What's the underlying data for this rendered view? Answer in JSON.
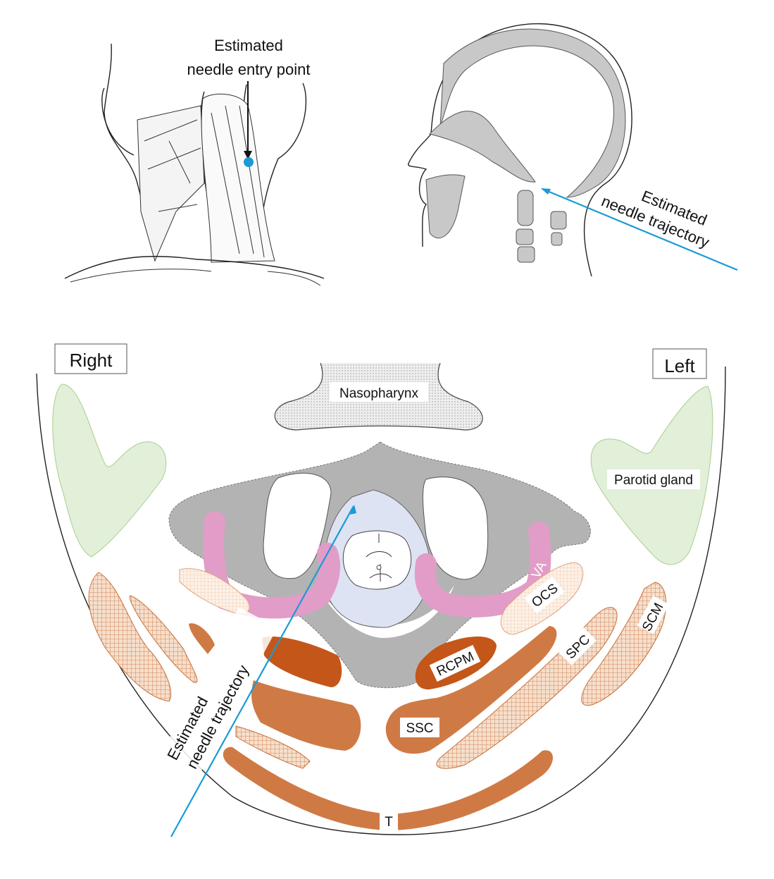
{
  "top_left": {
    "label_line1": "Estimated",
    "label_line2": "needle entry point"
  },
  "top_right": {
    "label_line1": "Estimated",
    "label_line2": "needle trajectory"
  },
  "cross_section": {
    "side_right": "Right",
    "side_left": "Left",
    "nasopharynx": "Nasopharynx",
    "parotid": "Parotid gland",
    "va": "VA",
    "ocs": "OCS",
    "scm": "SCM",
    "rcpm": "RCPM",
    "spc": "SPC",
    "ssc": "SSC",
    "t": "T",
    "trajectory_line1": "Estimated",
    "trajectory_line2": "needle trajectory"
  },
  "colors": {
    "needle": "#1a9ad6",
    "bone": "#b3b3b3",
    "artery": "#e29cc8",
    "muscle_dark": "#c4561a",
    "muscle": "#cf7a45",
    "muscle_light": "#f3cfb5",
    "parotid": "#e2efd9",
    "cord_area": "#dde3f2"
  }
}
